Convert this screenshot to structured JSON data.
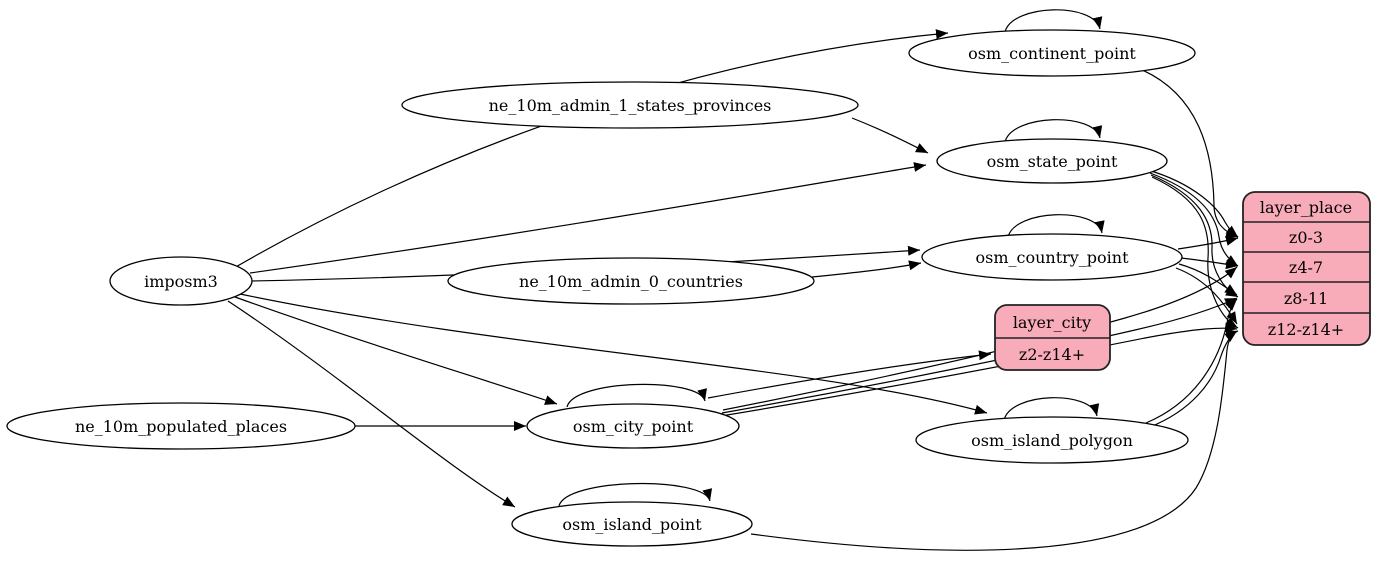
{
  "diagram": {
    "nodes": {
      "imposm3": {
        "label": "imposm3",
        "shape": "ellipse"
      },
      "ne_10m_admin_1_states_provinces": {
        "label": "ne_10m_admin_1_states_provinces",
        "shape": "ellipse"
      },
      "ne_10m_admin_0_countries": {
        "label": "ne_10m_admin_0_countries",
        "shape": "ellipse"
      },
      "ne_10m_populated_places": {
        "label": "ne_10m_populated_places",
        "shape": "ellipse"
      },
      "osm_continent_point": {
        "label": "osm_continent_point",
        "shape": "ellipse"
      },
      "osm_state_point": {
        "label": "osm_state_point",
        "shape": "ellipse"
      },
      "osm_country_point": {
        "label": "osm_country_point",
        "shape": "ellipse"
      },
      "osm_city_point": {
        "label": "osm_city_point",
        "shape": "ellipse"
      },
      "osm_island_polygon": {
        "label": "osm_island_polygon",
        "shape": "ellipse"
      },
      "osm_island_point": {
        "label": "osm_island_point",
        "shape": "ellipse"
      },
      "layer_city": {
        "title": "layer_city",
        "rows": [
          "z2-z14+"
        ],
        "shape": "record"
      },
      "layer_place": {
        "title": "layer_place",
        "rows": [
          "z0-3",
          "z4-7",
          "z8-11",
          "z12-z14+"
        ],
        "shape": "record"
      }
    },
    "edges": [
      {
        "from": "imposm3",
        "to": "osm_continent_point"
      },
      {
        "from": "imposm3",
        "to": "osm_state_point"
      },
      {
        "from": "imposm3",
        "to": "osm_country_point"
      },
      {
        "from": "imposm3",
        "to": "osm_city_point"
      },
      {
        "from": "imposm3",
        "to": "osm_island_polygon"
      },
      {
        "from": "imposm3",
        "to": "osm_island_point"
      },
      {
        "from": "ne_10m_admin_1_states_provinces",
        "to": "osm_state_point"
      },
      {
        "from": "ne_10m_admin_0_countries",
        "to": "osm_country_point"
      },
      {
        "from": "ne_10m_populated_places",
        "to": "osm_city_point"
      },
      {
        "from": "osm_continent_point",
        "to": "osm_continent_point"
      },
      {
        "from": "osm_state_point",
        "to": "osm_state_point"
      },
      {
        "from": "osm_country_point",
        "to": "osm_country_point"
      },
      {
        "from": "osm_city_point",
        "to": "osm_city_point"
      },
      {
        "from": "osm_island_polygon",
        "to": "osm_island_polygon"
      },
      {
        "from": "osm_island_point",
        "to": "osm_island_point"
      },
      {
        "from": "osm_continent_point",
        "to": "layer_place:z0-3"
      },
      {
        "from": "osm_state_point",
        "to": "layer_place:z0-3"
      },
      {
        "from": "osm_state_point",
        "to": "layer_place:z4-7"
      },
      {
        "from": "osm_state_point",
        "to": "layer_place:z8-11"
      },
      {
        "from": "osm_state_point",
        "to": "layer_place:z12-z14+"
      },
      {
        "from": "osm_country_point",
        "to": "layer_place:z0-3"
      },
      {
        "from": "osm_country_point",
        "to": "layer_place:z4-7"
      },
      {
        "from": "osm_country_point",
        "to": "layer_place:z8-11"
      },
      {
        "from": "osm_country_point",
        "to": "layer_place:z12-z14+"
      },
      {
        "from": "osm_city_point",
        "to": "layer_city:z2-z14+"
      },
      {
        "from": "osm_city_point",
        "to": "layer_place:z4-7"
      },
      {
        "from": "osm_city_point",
        "to": "layer_place:z8-11"
      },
      {
        "from": "osm_city_point",
        "to": "layer_place:z12-z14+"
      },
      {
        "from": "osm_island_polygon",
        "to": "layer_place:z8-11"
      },
      {
        "from": "osm_island_polygon",
        "to": "layer_place:z12-z14+"
      },
      {
        "from": "osm_island_point",
        "to": "layer_place:z12-z14+"
      }
    ],
    "colors": {
      "record_fill": "#f8abb8",
      "record_stroke": "#222222",
      "ellipse_fill": "#ffffff",
      "ellipse_stroke": "#000000",
      "edge": "#000000",
      "background": "#ffffff"
    }
  }
}
